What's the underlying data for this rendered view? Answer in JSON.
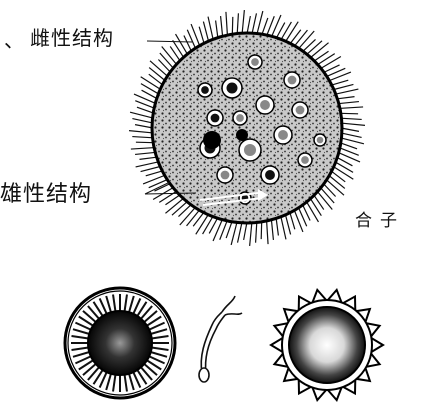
{
  "labels": {
    "female_marker": "、",
    "female": "雌性结构",
    "male": "雄性结构",
    "zygote": "合子"
  },
  "colors": {
    "ink": "#111111",
    "paper": "#ffffff"
  }
}
